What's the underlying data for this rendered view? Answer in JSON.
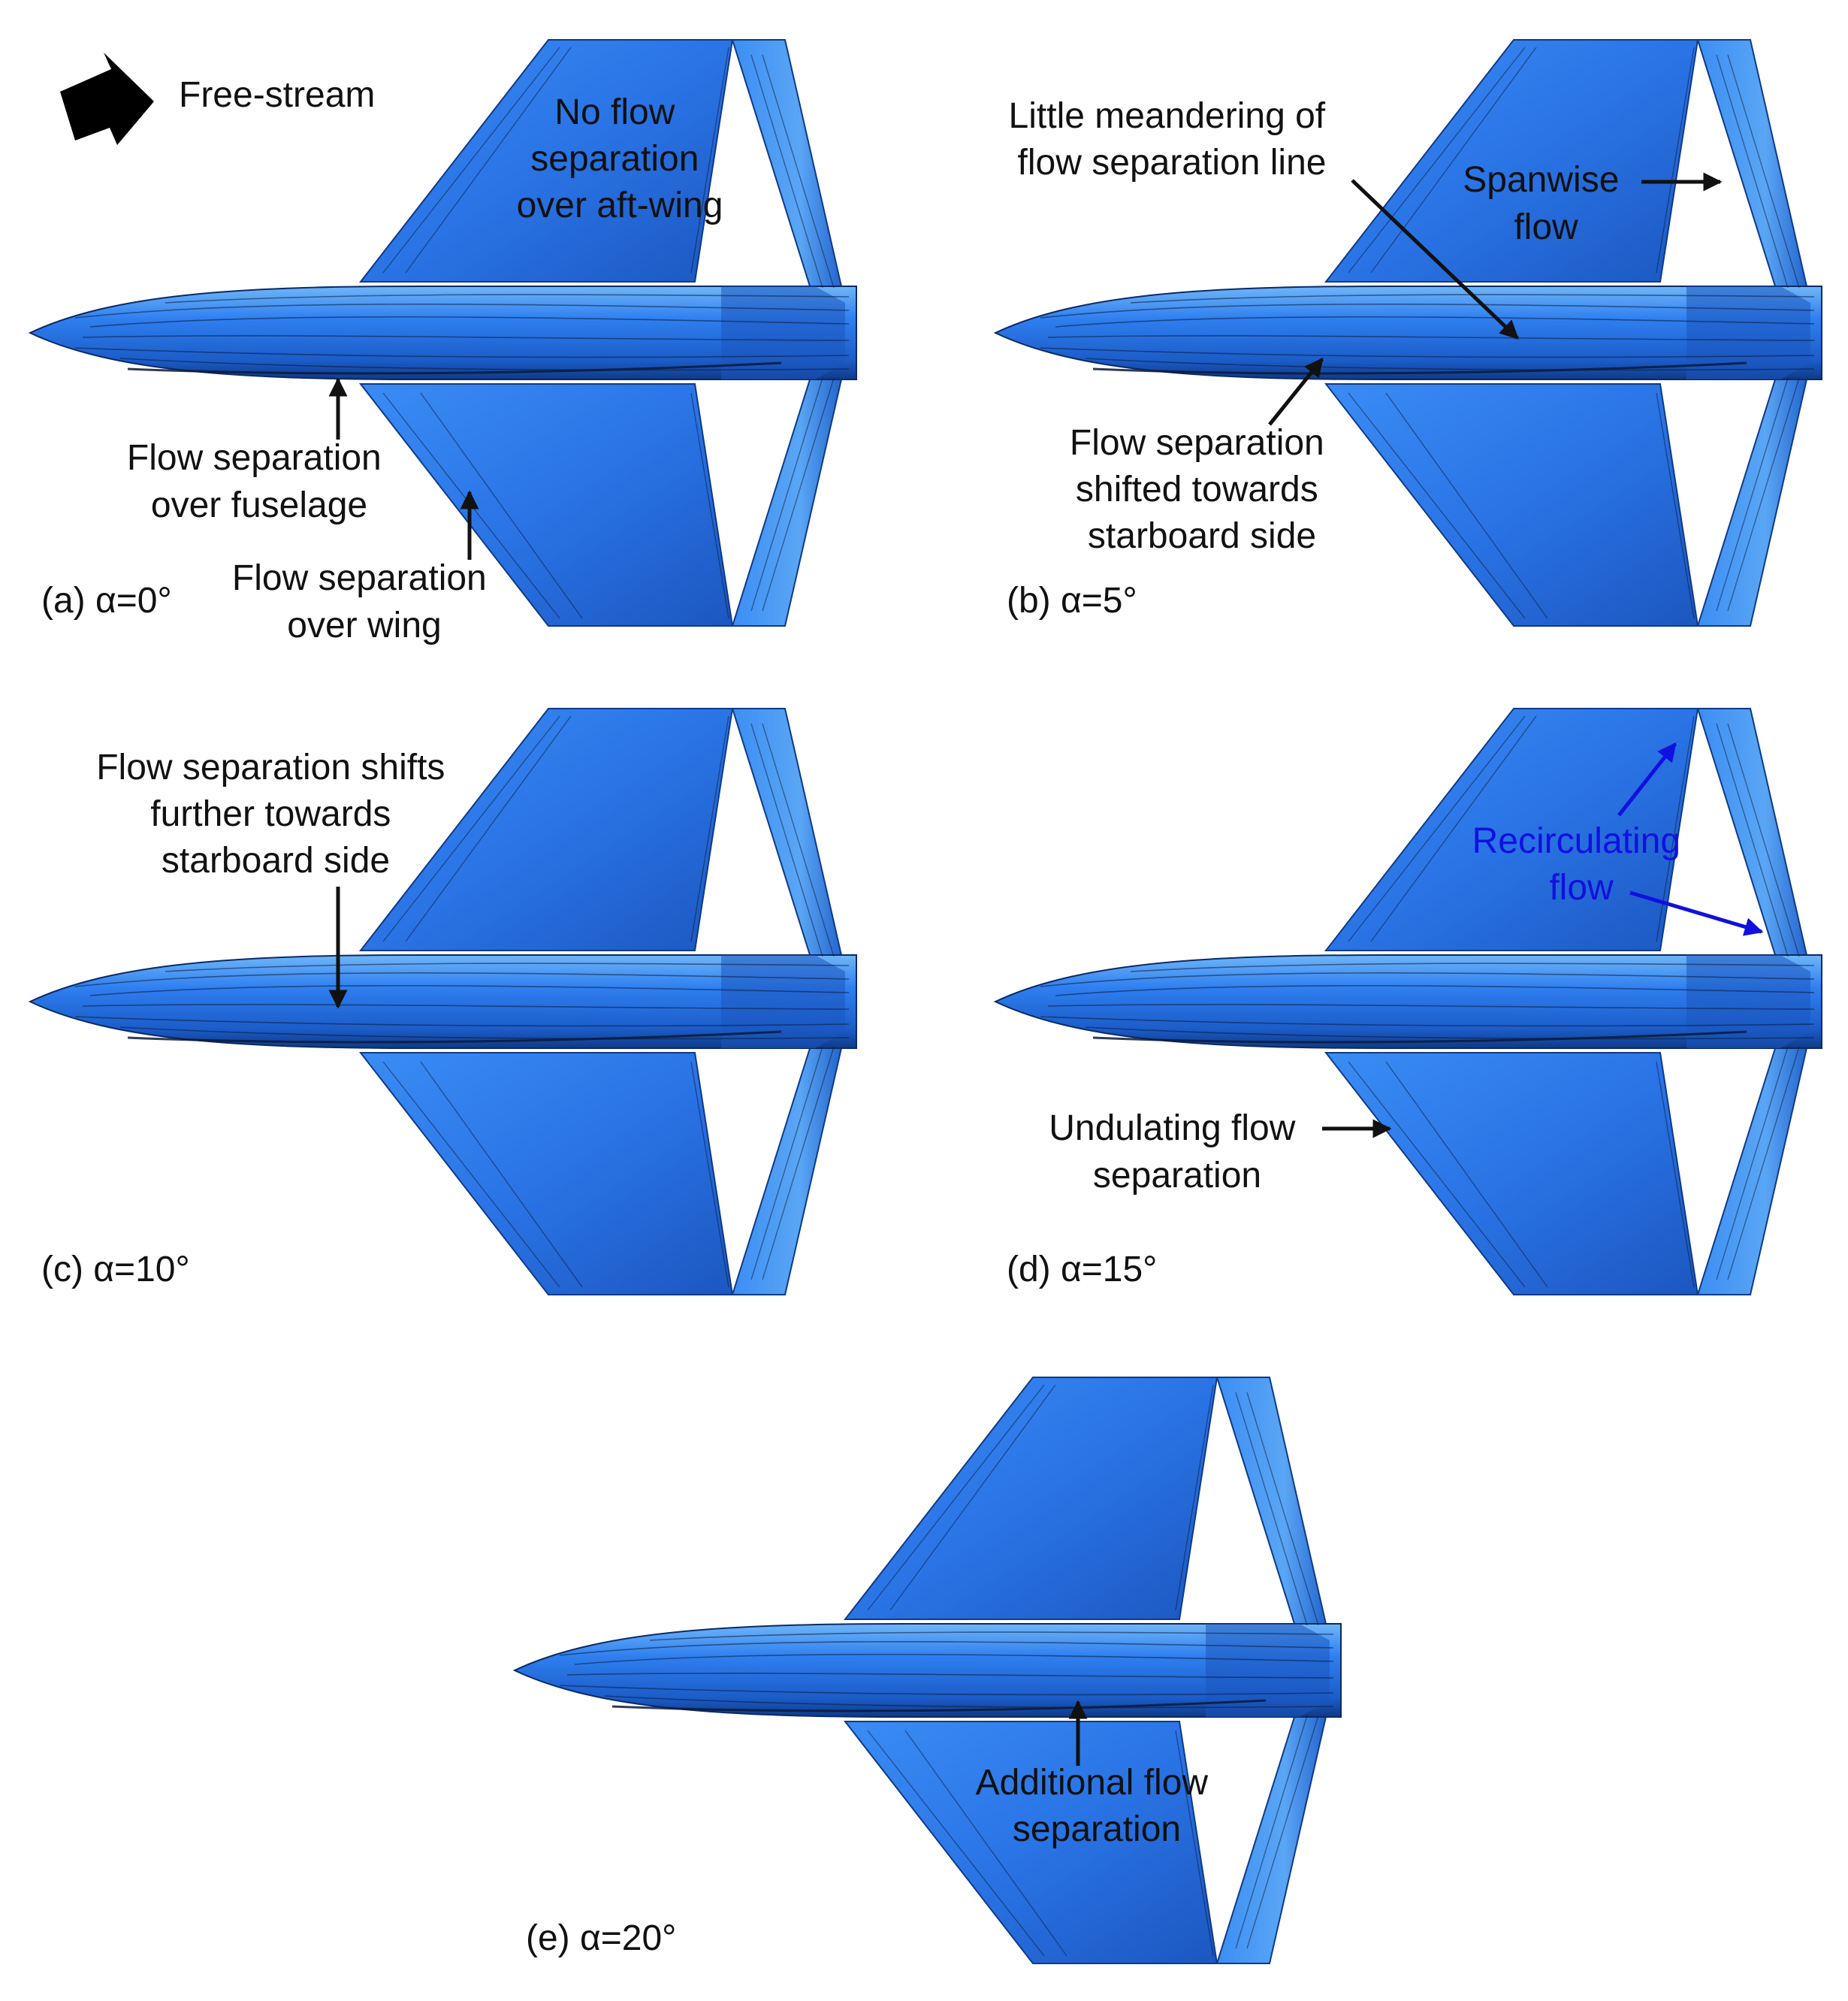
{
  "figure": {
    "free_stream_label": "Free-stream",
    "colors": {
      "surface": "#2f7ff0",
      "surface_dark": "#1b4fae",
      "surface_light": "#6fb6f7",
      "streakline": "#0b1a3a",
      "annotation": "#111111",
      "highlight": "#1010e0"
    },
    "panels": [
      {
        "id": "a",
        "label": "(a) α=0°",
        "annotations": [
          {
            "lines": [
              "No flow",
              "separation",
              "over aft-wing"
            ],
            "color": "black"
          },
          {
            "lines": [
              "Flow separation",
              "over fuselage"
            ],
            "color": "black"
          },
          {
            "lines": [
              "Flow separation",
              "over wing"
            ],
            "color": "black"
          }
        ]
      },
      {
        "id": "b",
        "label": "(b) α=5°",
        "annotations": [
          {
            "lines": [
              "Little meandering of",
              "flow separation line"
            ],
            "color": "black"
          },
          {
            "lines": [
              "Spanwise",
              "flow"
            ],
            "color": "black"
          },
          {
            "lines": [
              "Flow separation",
              "shifted towards",
              "starboard side"
            ],
            "color": "black"
          }
        ]
      },
      {
        "id": "c",
        "label": "(c) α=10°",
        "annotations": [
          {
            "lines": [
              "Flow separation shifts",
              "further towards",
              "starboard side"
            ],
            "color": "black"
          }
        ]
      },
      {
        "id": "d",
        "label": "(d) α=15°",
        "annotations": [
          {
            "lines": [
              "Recirculating",
              "flow"
            ],
            "color": "blue"
          },
          {
            "lines": [
              "Undulating flow",
              "separation"
            ],
            "color": "black"
          }
        ]
      },
      {
        "id": "e",
        "label": "(e) α=20°",
        "annotations": [
          {
            "lines": [
              "Additional flow",
              "separation"
            ],
            "color": "black"
          }
        ]
      }
    ]
  }
}
